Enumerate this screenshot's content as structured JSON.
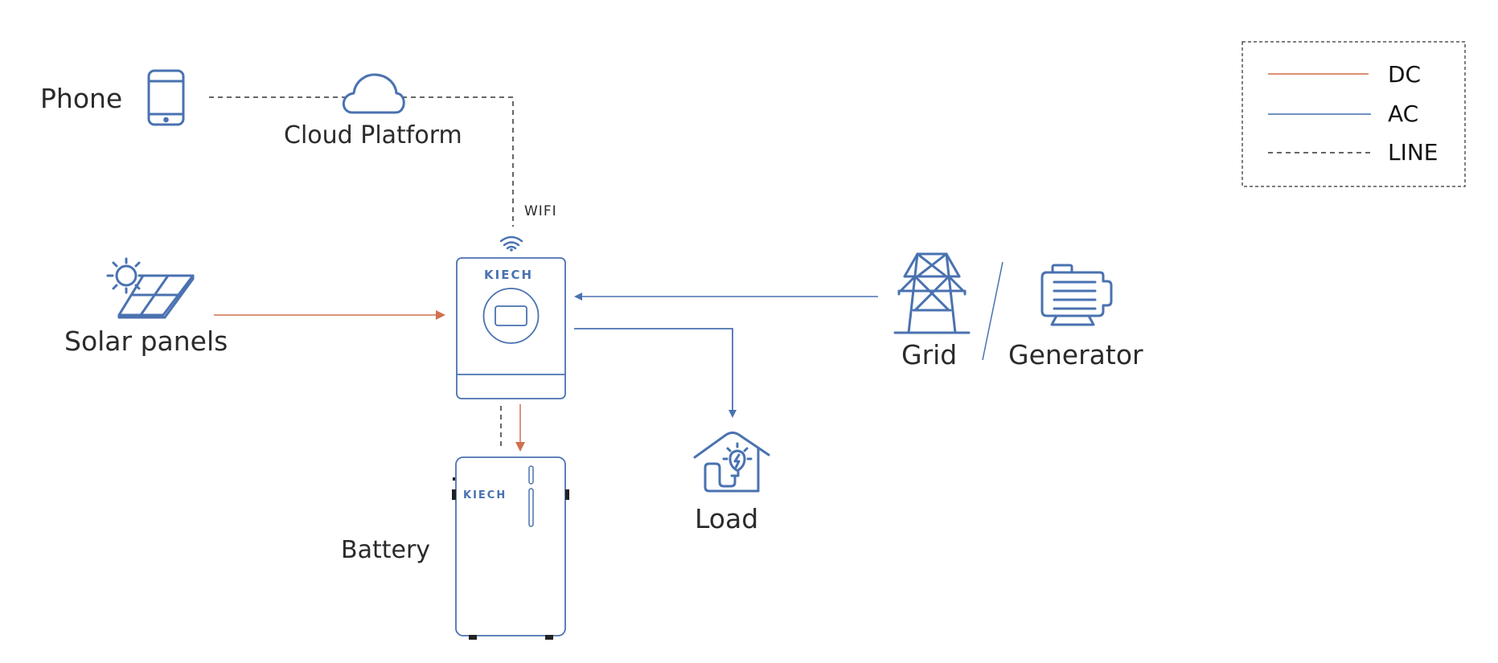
{
  "labels": {
    "phone": "Phone",
    "cloud": "Cloud Platform",
    "wifi": "WIFI",
    "solar": "Solar panels",
    "grid": "Grid",
    "generator": "Generator",
    "load": "Load",
    "battery": "Battery"
  },
  "brand": {
    "inverter_logo": "KIECH",
    "battery_logo": "KIECH"
  },
  "legend": {
    "items": [
      {
        "label": "DC",
        "style": "solid",
        "color": "#d6805f"
      },
      {
        "label": "AC",
        "style": "solid",
        "color": "#5b82bb"
      },
      {
        "label": "LINE",
        "style": "dashed",
        "color": "#333333"
      }
    ]
  },
  "colors": {
    "dc": "#d0704f",
    "ac": "#4a72b0",
    "line": "#333333",
    "icon": "#4a72b0"
  },
  "connections": [
    {
      "from": "Phone",
      "to": "Cloud Platform",
      "type": "LINE"
    },
    {
      "from": "Cloud Platform",
      "to": "Inverter",
      "type": "LINE",
      "via": "WIFI"
    },
    {
      "from": "Solar panels",
      "to": "Inverter",
      "type": "DC"
    },
    {
      "from": "Grid / Generator",
      "to": "Inverter",
      "type": "AC"
    },
    {
      "from": "Inverter",
      "to": "Load",
      "type": "AC"
    },
    {
      "from": "Inverter",
      "to": "Battery",
      "type": "DC"
    },
    {
      "from": "Inverter",
      "to": "Battery",
      "type": "LINE"
    }
  ]
}
